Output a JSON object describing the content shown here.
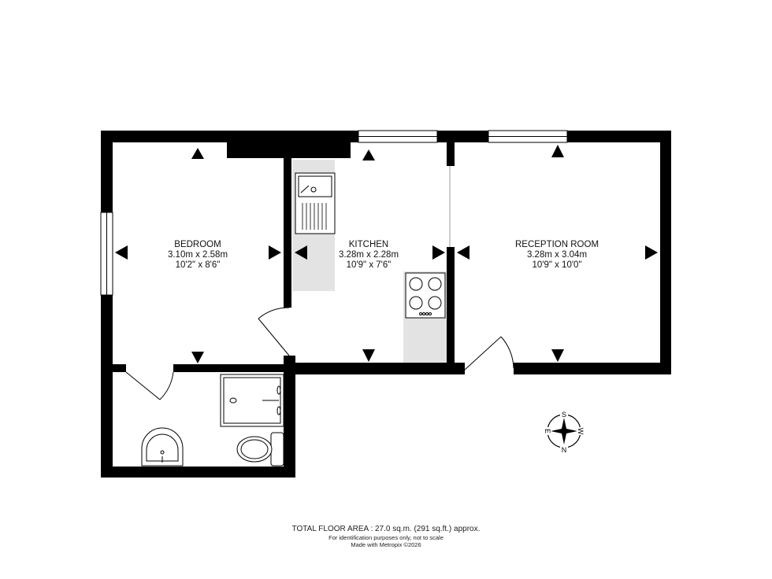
{
  "rooms": [
    {
      "name": "BEDROOM",
      "metric": "3.10m  x 2.58m",
      "imperial": "10'2\"  x 8'6\""
    },
    {
      "name": "KITCHEN",
      "metric": "3.28m  x 2.28m",
      "imperial": "10'9\"  x 7'6\""
    },
    {
      "name": "RECEPTION ROOM",
      "metric": "3.28m  x 3.04m",
      "imperial": "10'9\"  x 10'0\""
    }
  ],
  "compass": {
    "top": "S",
    "bottom": "N",
    "left": "E",
    "right": "W"
  },
  "footer": {
    "total_area": "TOTAL FLOOR AREA : 27.0 sq.m. (291 sq.ft.) approx.",
    "disclaimer": "For identification purposes only, not to scale",
    "credit": "Made with Metropix ©2026"
  },
  "colors": {
    "wall": "#000000",
    "fitting_fill": "#e3e3e3"
  }
}
